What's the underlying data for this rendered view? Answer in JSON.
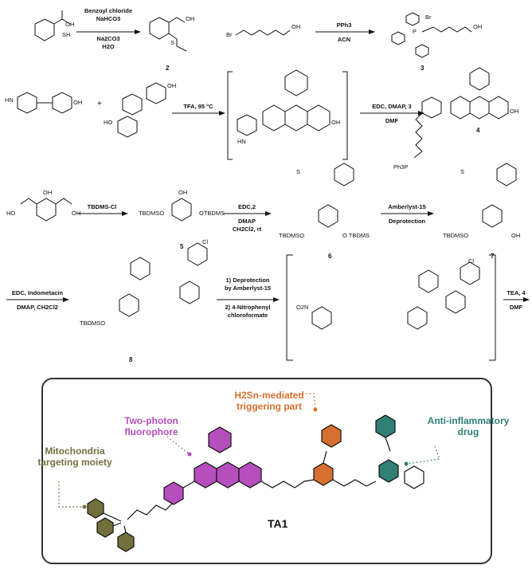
{
  "colors": {
    "olive": "#74703e",
    "magenta": "#b64ebd",
    "orange": "#d66f2f",
    "teal": "#2f7f74",
    "arrow": "#111111"
  },
  "row1": {
    "r1_line1": "Benzoyl chloride",
    "r1_line2": "NaHCO3",
    "r1_line3": "Na2CO3",
    "r1_line4": "H2O",
    "c2": "2",
    "r2": "PPh3",
    "r2b": "ACN",
    "c3": "3",
    "sh": "SH",
    "oh": "OH",
    "br": "Br",
    "s": "S",
    "p": "P"
  },
  "row2": {
    "r1": "TFA, 95 °C",
    "r2": "EDC, DMAP, 3",
    "r2b": "DMF",
    "c4": "4",
    "hn": "HN",
    "oh": "OH",
    "ho": "HO",
    "ph3p": "Ph3P"
  },
  "row3": {
    "r1": "TBDMS-Cl",
    "r2": "EDC,2",
    "r2b": "DMAP",
    "r2c": "CH2Cl2, rt",
    "r3": "Amberlyst-15",
    "r3b": "Deprotection",
    "c5": "5",
    "c6": "6",
    "c7": "7",
    "ho": "HO",
    "oh": "OH",
    "tbdmso": "TBDMSO",
    "otbdms": "OTBDMS",
    "otbdms2": "O TBDMS",
    "s": "S"
  },
  "row4": {
    "r1": "EDC, Indometacin",
    "r1b": "DMAP, CH2Cl2",
    "c8": "8",
    "r2": "1) Deprotection",
    "r2b": "by Amberlyst-15",
    "r2c": "2) 4-Nitrophenyl",
    "r2d": "chloroformate",
    "r3": "TEA, 4",
    "r3b": "DMF",
    "cl": "Cl",
    "o2n": "O2N",
    "tbdmso": "TBDMSO"
  },
  "panel": {
    "trigger": "H2Sn-mediated triggering part",
    "fluor": "Two-photon fluorophore",
    "drug": "Anti-inflammatory drug",
    "mito": "Mitochondria targeting moiety",
    "ta1": "TA1"
  }
}
